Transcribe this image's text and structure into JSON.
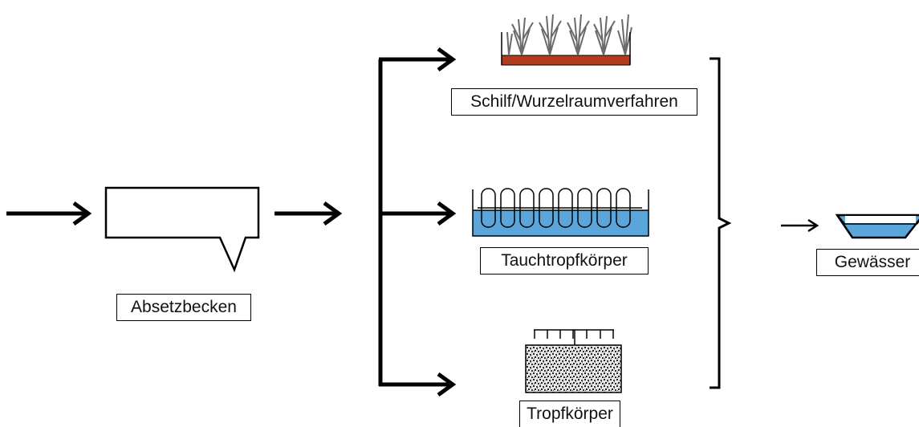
{
  "labels": {
    "absetzbecken": "Absetzbecken",
    "schilf": "Schilf/Wurzelraumverfahren",
    "tauchtropfkoerper": "Tauchtropfkörper",
    "tropfkoerper": "Tropfkörper",
    "gewaesser": "Gewässer"
  },
  "colors": {
    "stroke": "#000000",
    "water": "#5aa5da",
    "schilf_bed": "#b33b1e",
    "reed": "#707070",
    "filter_media": "#bdbdbd"
  },
  "icons": {
    "absetzbecken": "settling-tank-icon",
    "schilf": "reed-bed-icon",
    "tauchtropfkoerper": "rotating-biological-contactor-icon",
    "tropfkoerper": "trickling-filter-icon",
    "gewaesser": "water-body-icon"
  }
}
